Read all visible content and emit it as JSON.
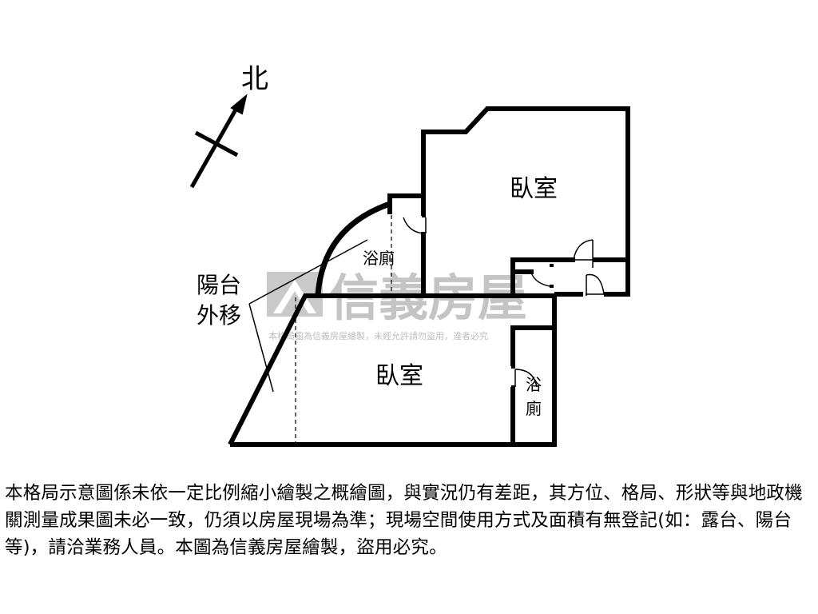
{
  "compass": {
    "label": "北"
  },
  "rooms": {
    "bedroom_upper": "臥室",
    "bathroom_upper": "浴廁",
    "bedroom_lower": "臥室",
    "bathroom_lower_line1": "浴",
    "bathroom_lower_line2": "廁"
  },
  "annotation": {
    "line1": "陽台",
    "line2": "外移"
  },
  "watermark": {
    "brand": "信義房屋",
    "subtext": "本格局圖為信義房屋繪製，未經允許請勿盜用，違者必究"
  },
  "disclaimer": "本格局示意圖係未依一定比例縮小繪製之概繪圖，與實況仍有差距，其方位、格局、形狀等與地政機關測量成果圖未必一致，仍須以房屋現場為準；現場空間使用方式及面積有無登記(如：露台、陽台等)，請洽業務人員。本圖為信義房屋繪製，盜用必究。",
  "colors": {
    "wall": "#000000",
    "watermark": "#c8c8c8",
    "background": "#ffffff"
  }
}
